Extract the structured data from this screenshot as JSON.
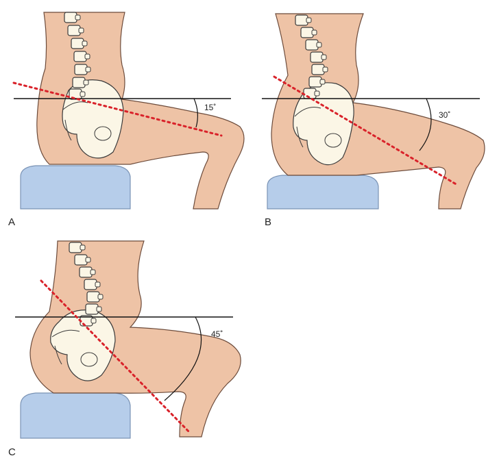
{
  "panels": [
    {
      "label": "A",
      "angle_label": "15˚",
      "tilt_deg": 15
    },
    {
      "label": "B",
      "angle_label": "30˚",
      "tilt_deg": 30
    },
    {
      "label": "C",
      "angle_label": "45˚",
      "tilt_deg": 45
    }
  ],
  "colors": {
    "skin": "#EEC3A6",
    "skin_stroke": "#6b4a3a",
    "bone": "#FBF6E6",
    "bone_stroke": "#3a3a3a",
    "seat": "#B6CDEA",
    "seat_stroke": "#7a93b5",
    "dotted_line": "#D9222A",
    "horizontal_line": "#111111"
  }
}
